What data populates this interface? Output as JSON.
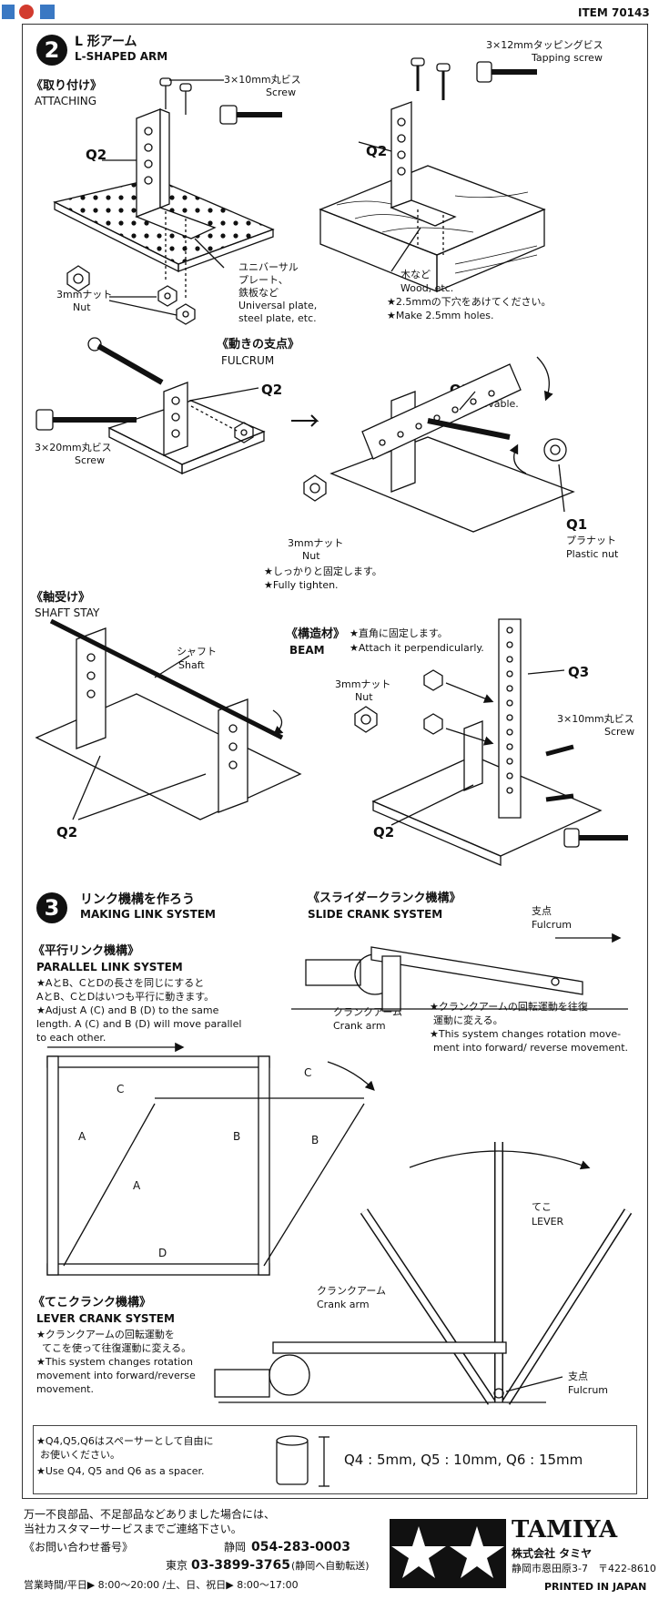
{
  "header": {
    "logo_text": "",
    "item_number": "ITEM 70143"
  },
  "step2": {
    "number": "2",
    "title_jp": "L 形アーム",
    "title_en": "L-SHAPED ARM",
    "attaching": {
      "heading_jp": "《取り付け》",
      "heading_en": "ATTACHING",
      "screw_jp": "3×10mm丸ビス",
      "screw_en": "Screw",
      "part": "Q2",
      "plate_jp_1": "ユニバーサル",
      "plate_jp_2": "プレート、",
      "plate_jp_3": "鉄板など",
      "plate_en_1": "Universal plate,",
      "plate_en_2": "steel plate, etc.",
      "nut_jp": "3mmナット",
      "nut_en": "Nut"
    },
    "wood": {
      "screw_jp": "3×12mmタッピングビス",
      "screw_en": "Tapping screw",
      "part": "Q2",
      "wood_jp": "木など",
      "wood_en": "Wood, etc.",
      "hole_jp": "★2.5mmの下穴をあけてください。",
      "hole_en": "★Make 2.5mm holes."
    },
    "fulcrum": {
      "heading_jp": "《動きの支点》",
      "heading_en": "FULCRUM",
      "screw_jp": "3×20mm丸ビス",
      "screw_en": "Screw",
      "part_q2": "Q2",
      "nut_jp": "3mmナット",
      "nut_en": "Nut",
      "tighten_jp": "★しっかりと固定します。",
      "tighten_en": "★Fully tighten.",
      "q3": "Q3",
      "movable_jp": "可動",
      "movable_en": "Movable.",
      "q1": "Q1",
      "plasticnut_jp": "プラナット",
      "plasticnut_en": "Plastic nut"
    },
    "shaft": {
      "heading_jp": "《軸受け》",
      "heading_en": "SHAFT STAY",
      "shaft_jp": "シャフト",
      "shaft_en": "Shaft",
      "part": "Q2"
    },
    "beam": {
      "heading_jp": "《構造材》",
      "heading_en": "BEAM",
      "note_jp": "★直角に固定します。",
      "note_en": "★Attach it perpendicularly.",
      "nut_jp": "3mmナット",
      "nut_en": "Nut",
      "q3": "Q3",
      "screw_jp": "3×10mm丸ビス",
      "screw_en": "Screw",
      "q2": "Q2"
    }
  },
  "step3": {
    "number": "3",
    "title_jp": "リンク機構を作ろう",
    "title_en": "MAKING LINK SYSTEM",
    "slide": {
      "heading_jp": "《スライダークランク機構》",
      "heading_en": "SLIDE CRANK SYSTEM",
      "fulcrum_jp": "支点",
      "fulcrum_en": "Fulcrum",
      "crank_jp": "クランクアーム",
      "crank_en": "Crank arm",
      "desc_jp_1": "★クランクアームの回転運動を往復",
      "desc_jp_2": "運動に変える。",
      "desc_en_1": "★This system changes rotation move-",
      "desc_en_2": "ment into forward/ reverse movement."
    },
    "parallel": {
      "heading_jp": "《平行リンク機構》",
      "heading_en": "PARALLEL LINK SYSTEM",
      "desc_jp_1": "★AとB、CとDの長さを同じにすると",
      "desc_jp_2": "AとB、CとDはいつも平行に動きます。",
      "desc_en_1": "★Adjust A (C) and B (D) to the same",
      "desc_en_2": "length. A (C) and B (D) will move parallel",
      "desc_en_3": "to each other.",
      "labels": [
        "A",
        "B",
        "C",
        "D"
      ]
    },
    "lever": {
      "heading_jp": "《てこクランク機構》",
      "heading_en": "LEVER CRANK SYSTEM",
      "desc_jp_1": "★クランクアームの回転運動を",
      "desc_jp_2": "てこを使って往復運動に変える。",
      "desc_en_1": "★This system changes rotation",
      "desc_en_2": "movement into forward/reverse",
      "desc_en_3": "movement.",
      "lever_jp": "てこ",
      "lever_en": "LEVER",
      "crank_jp": "クランクアーム",
      "crank_en": "Crank arm",
      "fulcrum_jp": "支点",
      "fulcrum_en": "Fulcrum"
    },
    "spacer": {
      "jp_1": "★Q4,Q5,Q6はスペーサーとして自由に",
      "jp_2": "お使いください。",
      "en": "★Use Q4, Q5 and Q6 as a spacer.",
      "sizes": "Q4 : 5mm, Q5 : 10mm, Q6 : 15mm"
    }
  },
  "footer": {
    "line1": "万一不良部品、不足部品などありました場合には、",
    "line2": "当社カスタマーサービスまでご連絡下さい。",
    "inquiry": "《お問い合わせ番号》",
    "shizuoka_label": "静岡",
    "shizuoka_phone": "054-283-0003",
    "tokyo_label": "東京",
    "tokyo_phone": "03-3899-3765",
    "tokyo_note": "(静岡へ自動転送)",
    "hours": "営業時間/平日▶ 8:00〜20:00 /土、日、祝日▶ 8:00〜17:00",
    "brand": "TAMIYA",
    "company": "株式会社 タミヤ",
    "address": "静岡市恩田原3-7　〒422-8610",
    "printed": "PRINTED IN JAPAN"
  }
}
